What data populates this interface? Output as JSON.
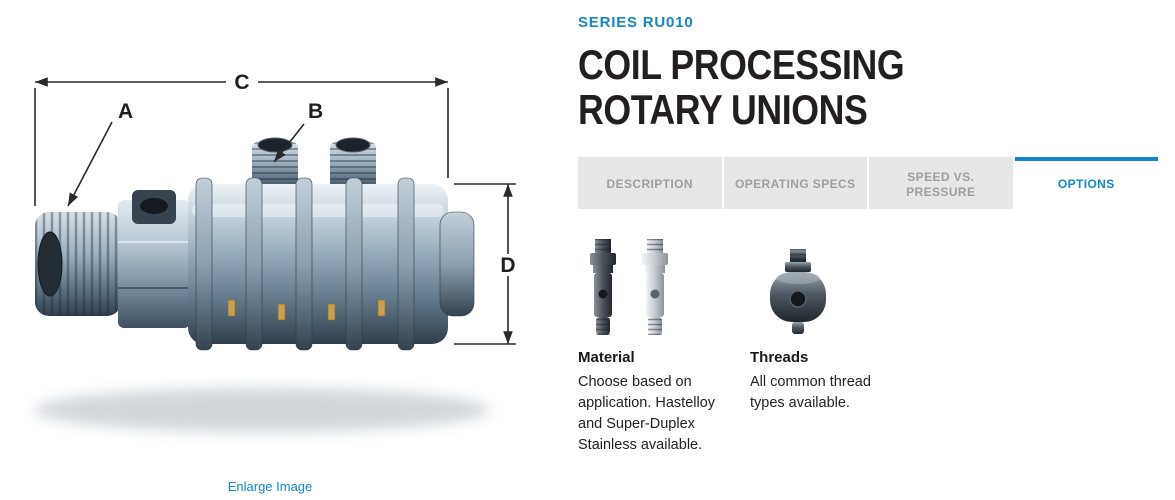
{
  "colors": {
    "accent": "#1287c8"
  },
  "header": {
    "series": "SERIES RU010",
    "title": "COIL PROCESSING ROTARY UNIONS"
  },
  "tabs": [
    {
      "label": "DESCRIPTION",
      "active": false
    },
    {
      "label": "OPERATING SPECS",
      "active": false
    },
    {
      "label": "SPEED VS. PRESSURE",
      "active": false
    },
    {
      "label": "OPTIONS",
      "active": true
    }
  ],
  "options": [
    {
      "heading": "Material",
      "text": "Choose based on application. Hastelloy and Super-Duplex Stainless available."
    },
    {
      "heading": "Threads",
      "text": "All common thread types available."
    }
  ],
  "diagram": {
    "labels": {
      "a": "A",
      "b": "B",
      "c": "C",
      "d": "D"
    },
    "enlarge_label": "Enlarge Image"
  }
}
